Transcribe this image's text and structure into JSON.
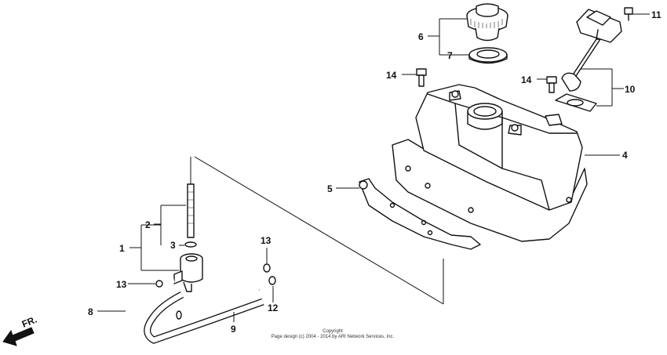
{
  "callouts": {
    "c1": "1",
    "c2": "2",
    "c3": "3",
    "c4": "4",
    "c5": "5",
    "c6": "6",
    "c7": "7",
    "c8": "8",
    "c9": "9",
    "c10": "10",
    "c11": "11",
    "c12": "12",
    "c13a": "13",
    "c13b": "13",
    "c14a": "14",
    "c14b": "14"
  },
  "direction_label": "FR.",
  "copyright": {
    "line1": "Copyright",
    "line2": "Page design (c) 2004 - 2014 by ARI Network Services, Inc."
  }
}
